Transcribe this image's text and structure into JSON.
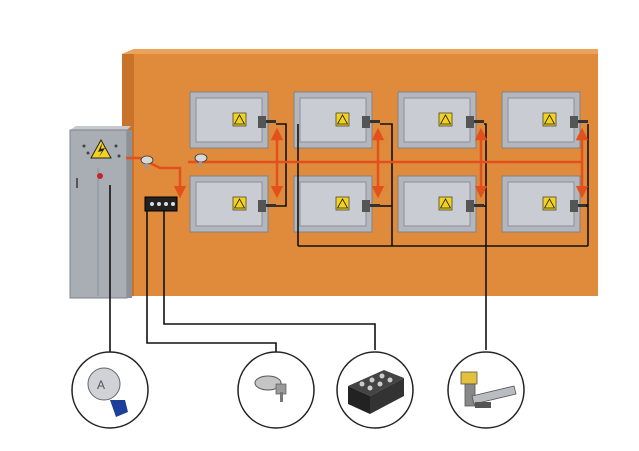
{
  "diagram": {
    "colors": {
      "wall": "#e08a3c",
      "wall_top": "#eda25a",
      "wall_side": "#c9732a",
      "cabinet": "#a9adb4",
      "cabinet_dark": "#8c9097",
      "door_frame": "#b3b6bc",
      "door_panel": "#c9ccd2",
      "warning": "#f2d21e",
      "arrow": "#e2511b",
      "wire": "#111111",
      "circle_stroke": "#222222"
    },
    "main_cabinet": {
      "sign": "high-voltage-warning"
    },
    "doors": [
      {
        "id": "door-1",
        "label": "interlocked-door"
      },
      {
        "id": "door-2",
        "label": "interlocked-door"
      },
      {
        "id": "door-3",
        "label": "interlocked-door"
      },
      {
        "id": "door-4",
        "label": "interlocked-door"
      },
      {
        "id": "door-5",
        "label": "interlocked-door"
      },
      {
        "id": "door-6",
        "label": "interlocked-door"
      },
      {
        "id": "door-7",
        "label": "interlocked-door"
      },
      {
        "id": "door-8",
        "label": "interlocked-door"
      }
    ],
    "components": [
      {
        "id": "key-switch",
        "icon": "key-switch-icon",
        "letter": "A"
      },
      {
        "id": "key-release",
        "icon": "key-icon"
      },
      {
        "id": "key-exchange-box",
        "icon": "key-exchange-box-icon"
      },
      {
        "id": "door-lock",
        "icon": "bolt-lock-icon"
      }
    ]
  }
}
